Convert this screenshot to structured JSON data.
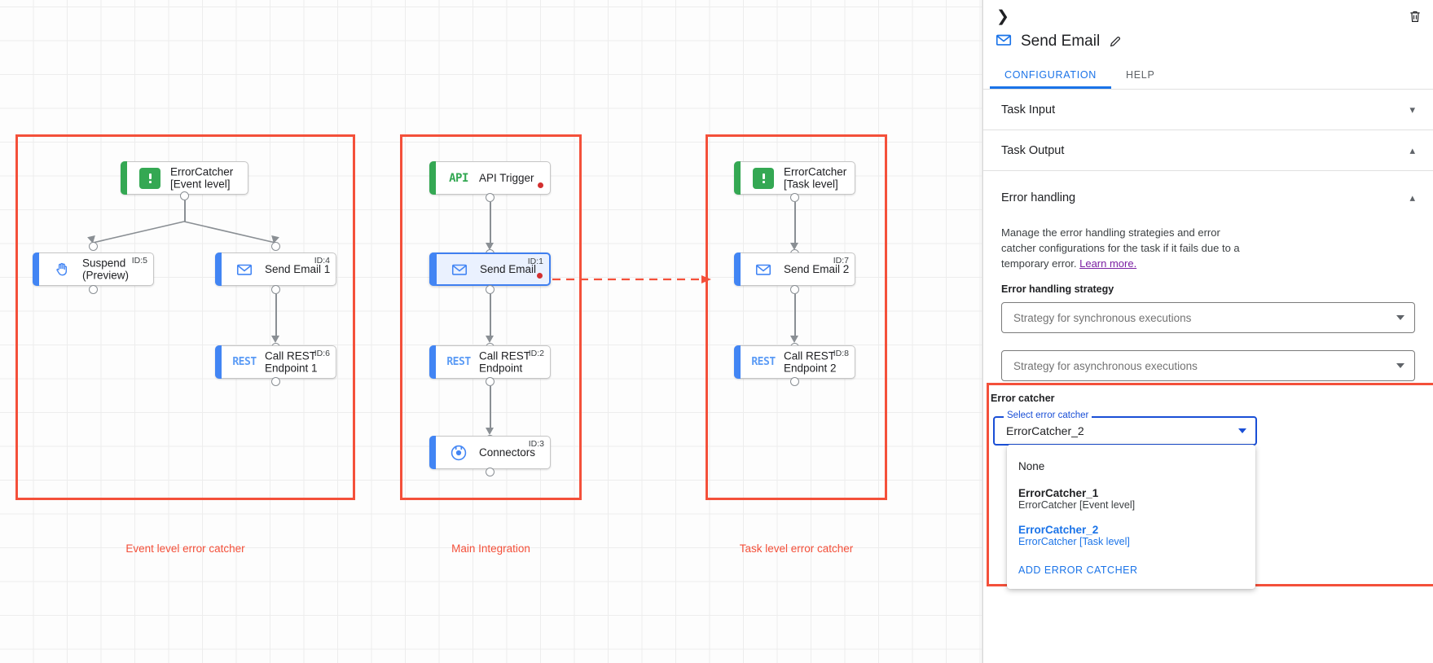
{
  "canvas": {
    "groups": [
      {
        "caption": "Event level error catcher"
      },
      {
        "caption": "Main Integration"
      },
      {
        "caption": "Task level error catcher"
      }
    ],
    "nodes": {
      "error_catcher_event": {
        "label": "ErrorCatcher\n[Event level]",
        "icon": "error-catcher-icon",
        "id": ""
      },
      "suspend": {
        "label": "Suspend\n(Preview)",
        "icon": "hand-icon",
        "id": "ID:5"
      },
      "send_email_1": {
        "label": "Send Email 1",
        "icon": "envelope-icon",
        "id": "ID:4"
      },
      "call_rest_1": {
        "label": "Call REST\nEndpoint 1",
        "icon": "rest-icon",
        "id": "ID:6"
      },
      "api_trigger": {
        "label": "API Trigger",
        "icon": "api-icon",
        "id": ""
      },
      "send_email": {
        "label": "Send Email",
        "icon": "envelope-icon",
        "id": "ID:1"
      },
      "call_rest": {
        "label": "Call REST\nEndpoint",
        "icon": "rest-icon",
        "id": "ID:2"
      },
      "connectors": {
        "label": "Connectors",
        "icon": "connectors-icon",
        "id": "ID:3"
      },
      "error_catcher_task": {
        "label": "ErrorCatcher\n[Task level]",
        "icon": "error-catcher-icon",
        "id": ""
      },
      "send_email_2": {
        "label": "Send Email 2",
        "icon": "envelope-icon",
        "id": "ID:7"
      },
      "call_rest_2": {
        "label": "Call REST\nEndpoint 2",
        "icon": "rest-icon",
        "id": "ID:8"
      }
    },
    "api_icon_text": "API",
    "rest_icon_text": "REST",
    "colors": {
      "group_frame": "#f4503a",
      "trigger_accent": "#34a853",
      "task_accent": "#4285f4",
      "selected_border": "#3f7ff0",
      "error_dot": "#d32f2f"
    }
  },
  "panel": {
    "title": "Send Email",
    "collapse_icon": "chevron-right-icon",
    "delete_icon": "trash-icon",
    "edit_icon": "pencil-icon",
    "tabs": [
      {
        "label": "CONFIGURATION",
        "active": true
      },
      {
        "label": "HELP",
        "active": false
      }
    ],
    "sections": [
      {
        "title": "Task Input",
        "state": "collapsed"
      },
      {
        "title": "Task Output",
        "state": "expanded"
      },
      {
        "title": "Error handling",
        "state": "expanded"
      }
    ],
    "error_handling": {
      "description": "Manage the error handling strategies and error catcher configurations for the task if it fails due to a temporary error.",
      "learn_more": "Learn more.",
      "strategy_label": "Error handling strategy",
      "sync_placeholder": "Strategy for synchronous executions",
      "async_placeholder": "Strategy for asynchronous executions"
    },
    "error_catcher": {
      "heading": "Error catcher",
      "float_label": "Select error catcher",
      "value": "ErrorCatcher_2",
      "options": [
        {
          "primary": "None",
          "secondary": "",
          "selected": false,
          "bold": false
        },
        {
          "primary": "ErrorCatcher_1",
          "secondary": "ErrorCatcher [Event level]",
          "selected": false,
          "bold": true
        },
        {
          "primary": "ErrorCatcher_2",
          "secondary": "ErrorCatcher [Task level]",
          "selected": true,
          "bold": true
        }
      ],
      "add_button": "ADD ERROR CATCHER"
    }
  }
}
